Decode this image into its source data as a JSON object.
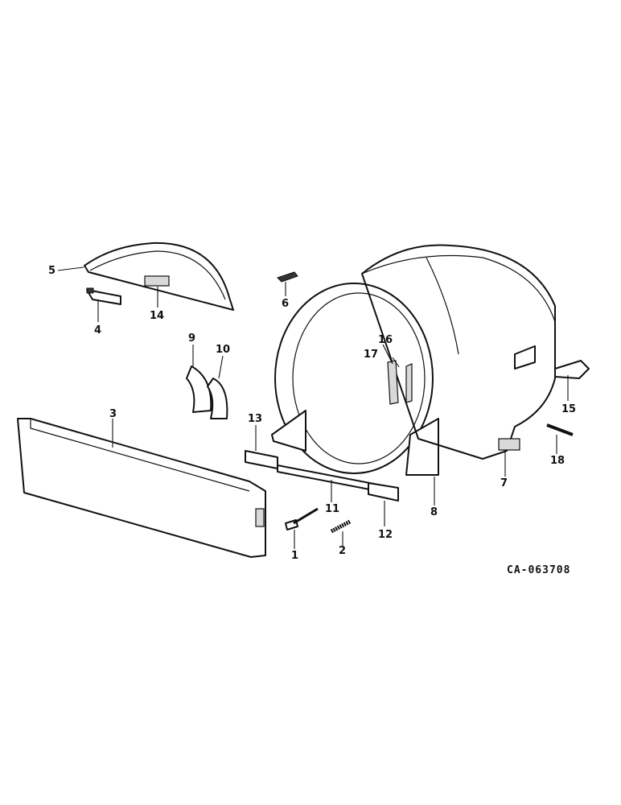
{
  "callouts": [
    "1",
    "2",
    "3",
    "4",
    "5",
    "6",
    "7",
    "8",
    "9",
    "10",
    "11",
    "12",
    "13",
    "14",
    "15",
    "16",
    "17",
    "18"
  ],
  "reference_code": "CA-063708"
}
